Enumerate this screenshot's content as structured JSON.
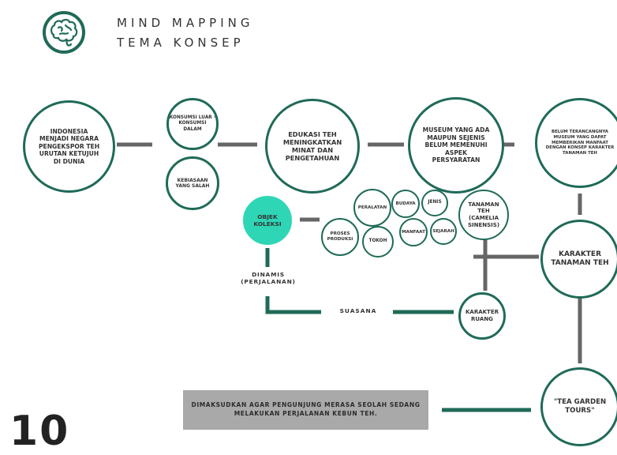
{
  "header": {
    "title_line1": "MIND MAPPING",
    "title_line2": "TEMA KONSEP",
    "logo_icon": "brain-icon"
  },
  "nodes": {
    "indonesia": "INDONESIA\nMENJADI NEGARA\nPENGEKSPOR TEH\nURUTAN KETUJUH\nDI DUNIA",
    "konsumsi": "KONSUMSI LUAR -\nKONSUMSI DALAM",
    "kebiasaan": "KEBIASAAN\nYANG SALAH",
    "edukasi": "EDUKASI TEH\nMENINGKATKAN\nMINAT DAN\nPENGETAHUAN",
    "museum": "MUSEUM YANG ADA\nMAUPUN SEJENIS\nBELUM MEMENUHI\nASPEK\nPERSYARATAN",
    "belum": "BELUM TERANCANGNYA\nMUSEUM YANG DAPAT\nMEMBERIKAN MANFAAT\nDENGAN KONSEP KARAKTER\nTANAMAN TEH",
    "objek": "OBJEK\nKOLEKSI",
    "peralatan": "PERALATAN",
    "budaya": "BUDAYA",
    "jenis": "JENIS",
    "tanaman": "TANAMAN\nTEH\n(CAMELIA\nSINENSIS)",
    "proses": "PROSES\nPRODUKSI",
    "tokoh": "TOKOH",
    "manfaat": "MANFAAT",
    "sejarah": "SEJARAH",
    "karakter_tanaman": "KARAKTER\nTANAMAN TEH",
    "karakter_ruang": "KARAKTER\nRUANG",
    "tea_garden": "\"TEA GARDEN\nTOURS\""
  },
  "labels": {
    "dinamis": "DINAMIS\n(PERJALANAN)",
    "suasana": "SUASANA"
  },
  "note": "DIMAKSUDKAN AGAR PENGUNJUNG MERASA SEOLAH SEDANG\nMELAKUKAN PERJALANAN KEBUN TEH.",
  "page_number": "10",
  "colors": {
    "circle_border": "#1f6a58",
    "accent_fill": "#2fd6b6",
    "connector_grey": "#666666",
    "connector_green": "#1f6a58",
    "note_bg": "#a9a9a9"
  }
}
